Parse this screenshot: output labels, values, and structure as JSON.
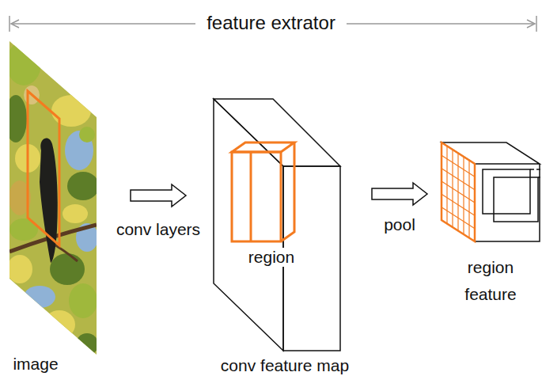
{
  "diagram": {
    "title": "feature extrator",
    "nodes": [
      {
        "text": [
          "image"
        ]
      },
      {
        "text": [
          "conv feature map"
        ]
      },
      {
        "text": [
          "region"
        ],
        "in": 1
      },
      {
        "text": [
          "region feature"
        ]
      }
    ],
    "edges": [
      {
        "from": 0,
        "to": 1,
        "arrow": "to",
        "label": "conv layers"
      },
      {
        "from": 1,
        "to": 3,
        "arrow": "to",
        "label": "pool"
      }
    ]
  }
}
